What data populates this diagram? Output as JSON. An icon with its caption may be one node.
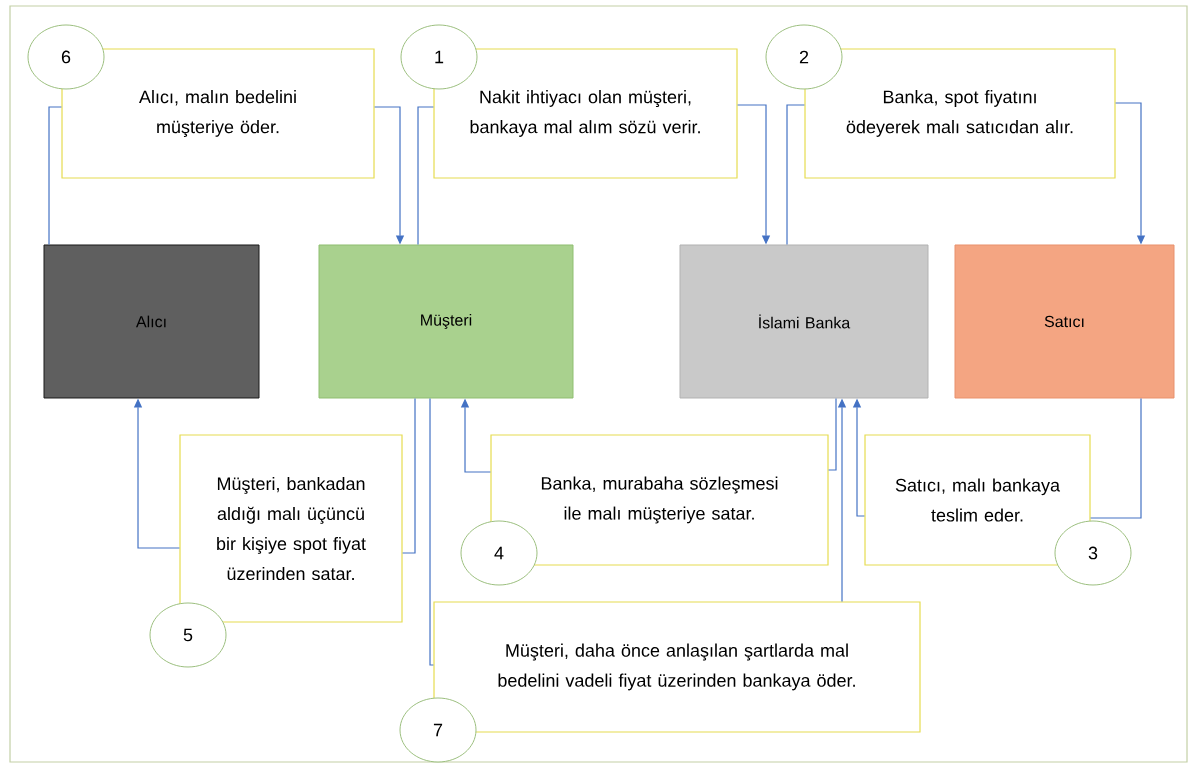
{
  "diagram": {
    "nodes": [
      {
        "text": [
          "6"
        ]
      },
      {
        "text": [
          "Alıcı, malın bedelini müşteriye öder."
        ]
      },
      {
        "text": [
          "1"
        ]
      },
      {
        "text": [
          "Nakit ihtiyacı olan müşteri, bankaya mal alım sözü verir."
        ]
      },
      {
        "text": [
          "2"
        ]
      },
      {
        "text": [
          "Banka, spot fiyatını ödeyerek malı satıcıdan alır."
        ]
      },
      {
        "text": [
          "Alıcı"
        ]
      },
      {
        "text": [
          "Müşteri"
        ]
      },
      {
        "text": [
          "İslami Banka"
        ]
      },
      {
        "text": [
          "Satıcı"
        ]
      },
      {
        "text": [
          "Müşteri, bankadan aldığı malı üçüncü bir kişiye spot fiyat üzerinden satar."
        ]
      },
      {
        "text": [
          "Banka, murabaha sözleşmesi ile malı müşteriye satar."
        ]
      },
      {
        "text": [
          "Satıcı, malı bankaya teslim eder."
        ]
      },
      {
        "text": [
          "4"
        ]
      },
      {
        "text": [
          "3"
        ]
      },
      {
        "text": [
          "5"
        ]
      },
      {
        "text": [
          "Müşteri, daha önce anlaşılan şartlarda mal bedelini vadeli fiyat üzerinden bankaya öder."
        ]
      },
      {
        "text": [
          "7"
        ]
      }
    ],
    "edges": [
      {
        "from": 6,
        "to": 1,
        "arrow": "none"
      },
      {
        "from": 1,
        "to": 7,
        "arrow": "to"
      },
      {
        "from": 7,
        "to": 3,
        "arrow": "none"
      },
      {
        "from": 3,
        "to": 8,
        "arrow": "to"
      },
      {
        "from": 8,
        "to": 5,
        "arrow": "none"
      },
      {
        "from": 5,
        "to": 9,
        "arrow": "to"
      },
      {
        "from": 9,
        "to": 12,
        "arrow": "none"
      },
      {
        "from": 12,
        "to": 8,
        "arrow": "to"
      },
      {
        "from": 8,
        "to": 11,
        "arrow": "none"
      },
      {
        "from": 11,
        "to": 7,
        "arrow": "to"
      },
      {
        "from": 7,
        "to": 16,
        "arrow": "none"
      },
      {
        "from": 16,
        "to": 8,
        "arrow": "to"
      },
      {
        "from": 7,
        "to": 10,
        "arrow": "none"
      },
      {
        "from": 10,
        "to": 6,
        "arrow": "to"
      }
    ]
  }
}
